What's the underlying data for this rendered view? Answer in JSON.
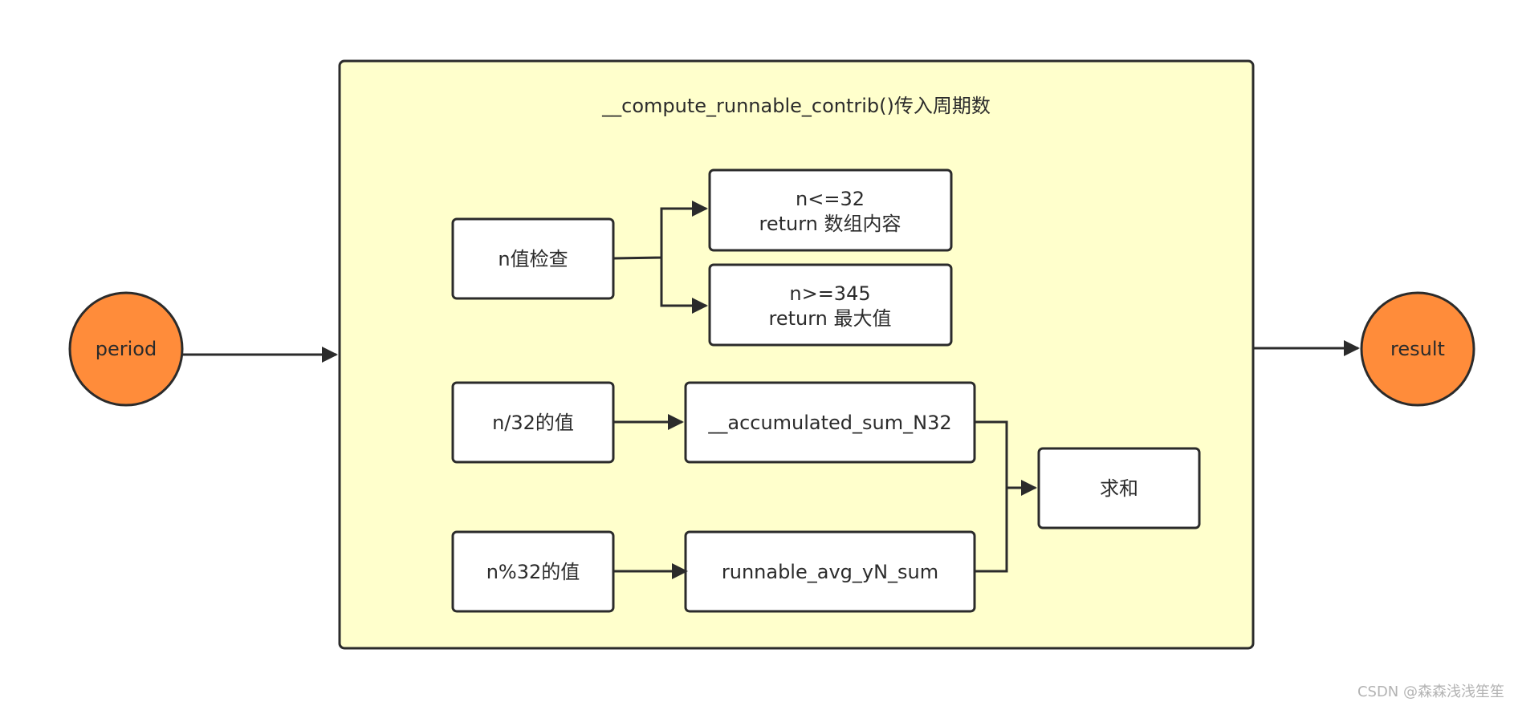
{
  "diagram": {
    "colors": {
      "container_fill": "#ffffcc",
      "node_fill": "#ffffff",
      "circle_fill": "#ff8c3a",
      "stroke": "#2b2b2b",
      "text": "#2b2b2b"
    },
    "container": {
      "title": "__compute_runnable_contrib()传入周期数"
    },
    "nodes": {
      "period": "period",
      "result": "result",
      "n_check": "n值检查",
      "n_le_32": [
        "n<=32",
        "return 数组内容"
      ],
      "n_ge_345": [
        "n>=345",
        "return 最大值"
      ],
      "n_div_32": "n/32的值",
      "accumulated_sum": "__accumulated_sum_N32",
      "n_mod_32": "n%32的值",
      "runnable_avg": "runnable_avg_yN_sum",
      "sum": "求和"
    },
    "watermark": "CSDN @森森浅浅笙笙"
  }
}
